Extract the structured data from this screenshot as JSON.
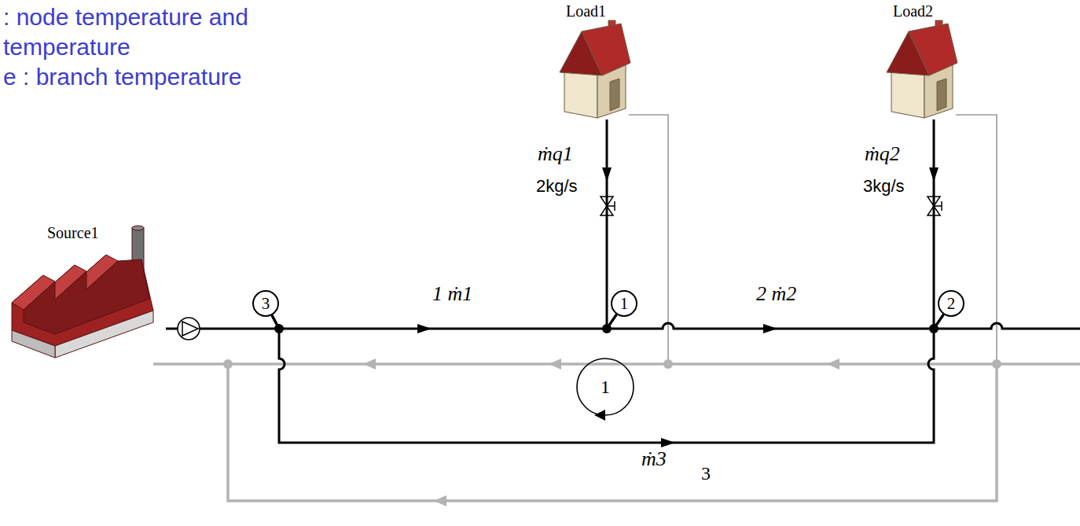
{
  "diagram": {
    "nodes": [
      {
        "text": [
          "Source1"
        ]
      },
      {
        "text": [
          "3"
        ]
      },
      {
        "text": [
          "1"
        ]
      },
      {
        "text": [
          "2"
        ]
      },
      {
        "text": [
          "Load1"
        ]
      },
      {
        "text": [
          "Load2"
        ]
      }
    ],
    "edges": [
      {
        "from": 0,
        "to": 1,
        "arrow": "none"
      },
      {
        "from": 1,
        "to": 2,
        "arrow": "to",
        "label": "1 ṁ1"
      },
      {
        "from": 2,
        "to": 3,
        "arrow": "to",
        "label": "2 ṁ2"
      },
      {
        "from": 1,
        "to": 3,
        "arrow": "to",
        "label": "ṁ3"
      },
      {
        "from": 4,
        "to": 2,
        "arrow": "to",
        "label": "ṁq1"
      },
      {
        "from": 5,
        "to": 3,
        "arrow": "to",
        "label": "ṁq2"
      }
    ],
    "labels": [
      ": node temperature and",
      "temperature",
      "e : branch temperature",
      "2kg/s",
      "3kg/s",
      "3",
      "1"
    ]
  }
}
